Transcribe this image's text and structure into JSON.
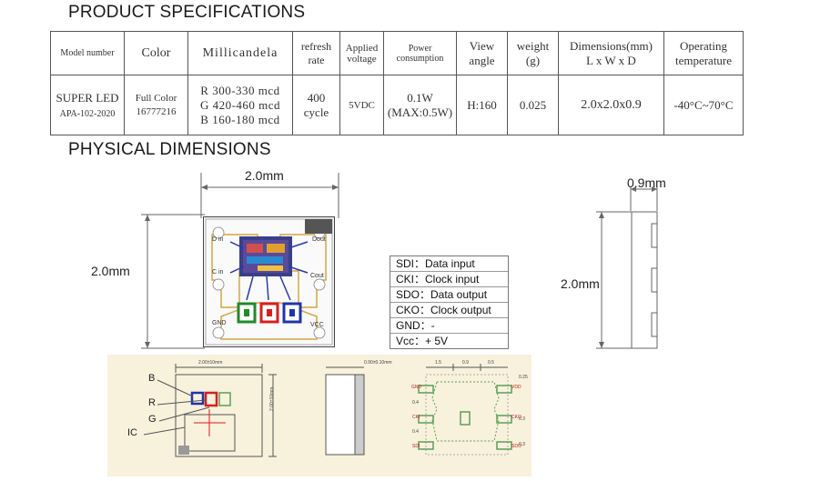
{
  "headings": {
    "product_specs": "PRODUCT SPECIFICATIONS",
    "physical_dims": "PHYSICAL DIMENSIONS"
  },
  "spec_table": {
    "headers": {
      "model": "Model number",
      "color": "Color",
      "millicandela": "Millicandela",
      "refresh_1": "refresh",
      "refresh_2": "rate",
      "applied_1": "Applied",
      "applied_2": "voltage",
      "power_1": "Power",
      "power_2": "consumption",
      "view_1": "View",
      "view_2": "angle",
      "weight_1": "weight",
      "weight_2": "(g)",
      "dims_1": "Dimensions(mm)",
      "dims_2": "L x W x D",
      "temp_1": "Operating",
      "temp_2": "temperature"
    },
    "row": {
      "model_1": "SUPER LED",
      "model_2": "APA-102-2020",
      "color_1": "Full Color",
      "color_2": "16777216",
      "mcd_r": "R 300-330 mcd",
      "mcd_g": "G 420-460 mcd",
      "mcd_b": "B 160-180 mcd",
      "refresh_1": "400",
      "refresh_2": "cycle",
      "voltage": "5VDC",
      "power_1": "0.1W",
      "power_2": "(MAX:0.5W)",
      "view": "H:160",
      "weight": "0.025",
      "dims": "2.0x2.0x0.9",
      "temp": "-40°C~70°C"
    }
  },
  "front_view": {
    "width_label": "2.0mm",
    "height_label": "2.0mm",
    "pins": {
      "din": "D in",
      "dout": "Dout",
      "cin": "C in",
      "cout": "Cout",
      "gnd": "GND",
      "vcc": "VCC"
    }
  },
  "pin_legend": [
    "SDI：Data input",
    "CKI：Clock input",
    "SDO：Data output",
    "CKO：Clock output",
    "GND：-",
    "Vcc：+ 5V"
  ],
  "side_view": {
    "depth_label": "0.9mm",
    "height_label": "2.0mm"
  },
  "drawing": {
    "labels": {
      "b": "B",
      "r": "R",
      "g": "G",
      "ic": "IC"
    },
    "top_dim": "2.00±10mm",
    "side_dim": "2.00±10mm",
    "depth_dim": "0.90±0.10mm",
    "pad_top_1": "1.5",
    "pad_top_2": "0.9",
    "pad_top_3": "0.5",
    "pad_right": "0.25",
    "pad_left_1": "0.4",
    "pad_left_2": "0.4",
    "pad_right_2": "0.3",
    "pad_right_3": "0.3",
    "pads": {
      "gnd": "GND",
      "cki": "CKI",
      "sdi": "SDI",
      "vdd": "VDD",
      "cko": "CKO",
      "sdo": "SDO"
    }
  },
  "colors": {
    "drawing_bg": "#f8f1dc",
    "pad_green": "#5aa05a",
    "led_red": "#d62020",
    "led_green": "#1f8a2a",
    "led_blue": "#1f35a8"
  }
}
